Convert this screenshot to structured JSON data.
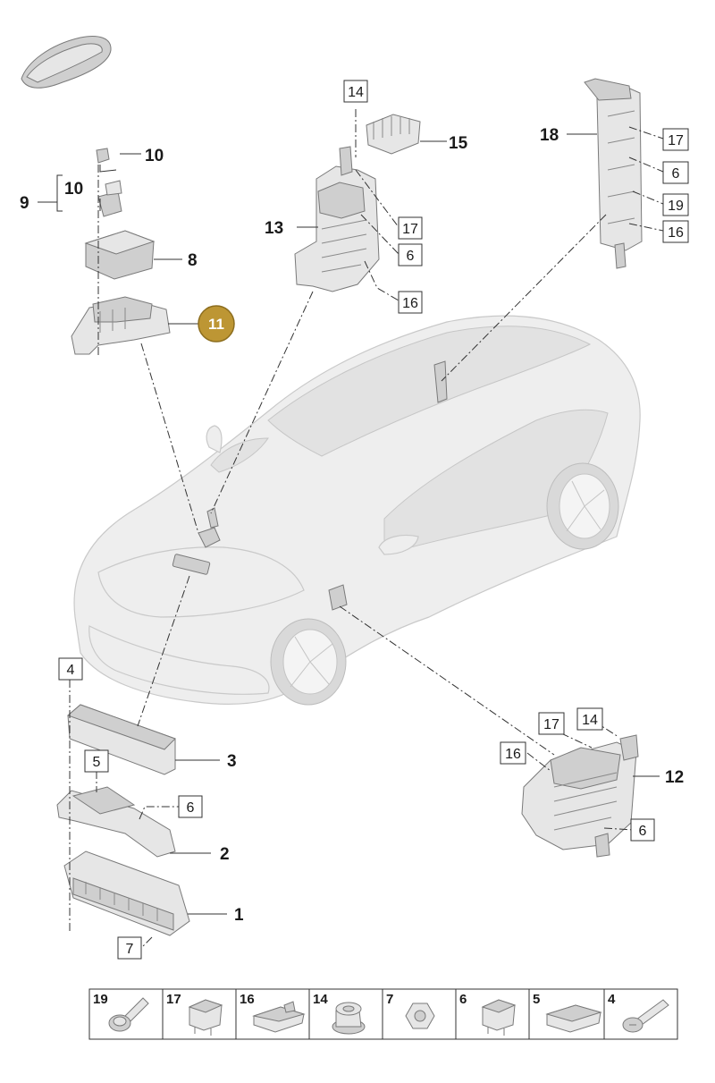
{
  "callouts": {
    "p1": "1",
    "p2": "2",
    "p3": "3",
    "p4": "4",
    "p5": "5",
    "p6a": "6",
    "p6b": "6",
    "p6c": "6",
    "p6d": "6",
    "p7": "7",
    "p8": "8",
    "p9": "9",
    "p10a": "10",
    "p10b": "10",
    "p11": "11",
    "p12": "12",
    "p13": "13",
    "p14a": "14",
    "p14b": "14",
    "p15": "15",
    "p16a": "16",
    "p16b": "16",
    "p16c": "16",
    "p17a": "17",
    "p17b": "17",
    "p17c": "17",
    "p18": "18",
    "p19": "19"
  },
  "highlight": {
    "part": "11",
    "color": "#bd9634"
  },
  "legend": [
    "19",
    "17",
    "16",
    "14",
    "7",
    "6",
    "5",
    "4"
  ]
}
